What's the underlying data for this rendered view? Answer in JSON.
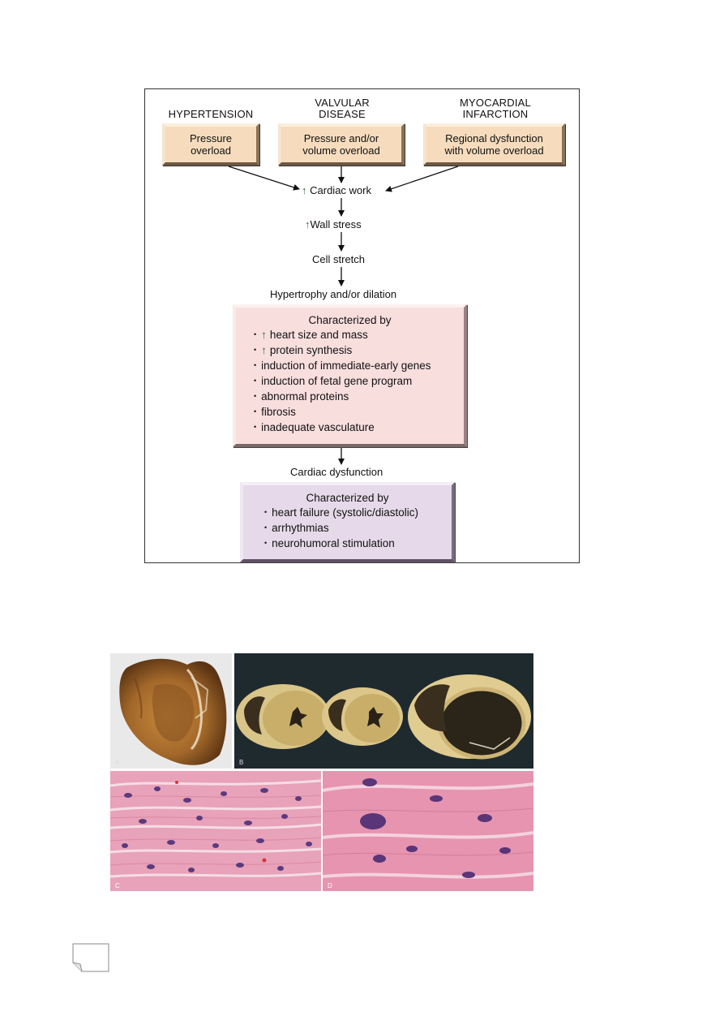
{
  "flowchart": {
    "causes": [
      {
        "title_line1": "",
        "title_line2": "HYPERTENSION",
        "box_line1": "Pressure",
        "box_line2": "overload"
      },
      {
        "title_line1": "VALVULAR",
        "title_line2": "DISEASE",
        "box_line1": "Pressure and/or",
        "box_line2": "volume overload"
      },
      {
        "title_line1": "MYOCARDIAL",
        "title_line2": "INFARCTION",
        "box_line1": "Regional dysfunction",
        "box_line2": "with volume overload"
      }
    ],
    "steps": {
      "cardiac_work": "Cardiac work",
      "wall_stress": "Wall stress",
      "cell_stretch": "Cell stretch",
      "hypertrophy": "Hypertrophy and/or dilation",
      "cardiac_dysfunction": "Cardiac dysfunction"
    },
    "up_arrow_glyph": "↑",
    "hypertrophy_box": {
      "heading": "Characterized by",
      "items": [
        {
          "arrow": true,
          "text": "heart size and mass"
        },
        {
          "arrow": true,
          "text": "protein synthesis"
        },
        {
          "arrow": false,
          "text": "induction of immediate-early genes"
        },
        {
          "arrow": false,
          "text": "induction of fetal gene program"
        },
        {
          "arrow": false,
          "text": "abnormal proteins"
        },
        {
          "arrow": false,
          "text": "fibrosis"
        },
        {
          "arrow": false,
          "text": "inadequate vasculature"
        }
      ]
    },
    "dysfunction_box": {
      "heading": "Characterized by",
      "items": [
        "heart failure (systolic/diastolic)",
        "arrhythmias",
        "neurohumoral stimulation"
      ]
    },
    "bullet_glyph": "•",
    "colors": {
      "cause_box": "#f6dcbd",
      "hypertrophy_box": "#f9dede",
      "dysfunction_box": "#e6d9ea",
      "up_arrow": "#2f6a3c"
    }
  },
  "figure": {
    "panel_labels": [
      "A",
      "B",
      "C",
      "D"
    ],
    "panels": [
      {
        "name": "gross-heart-section",
        "description_icon": "heart-specimen"
      },
      {
        "name": "heart-cross-sections",
        "description_icon": "heart-slices"
      },
      {
        "name": "normal-myocardium-histology",
        "description_icon": "histology"
      },
      {
        "name": "hypertrophied-myocardium-histology",
        "description_icon": "histology"
      }
    ]
  }
}
